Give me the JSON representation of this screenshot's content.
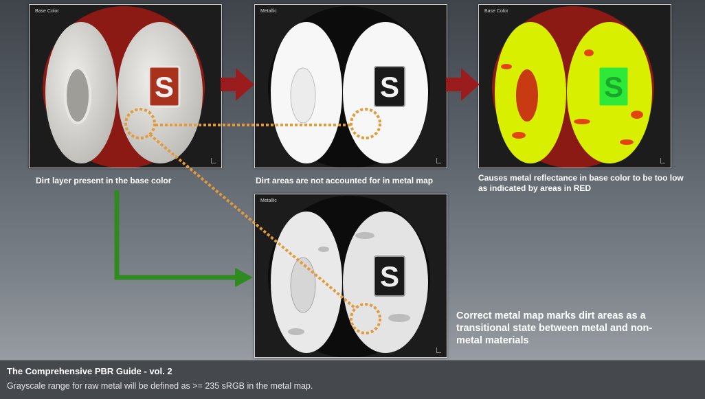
{
  "panels": {
    "p1": {
      "label": "Base Color"
    },
    "p2": {
      "label": "Metallic"
    },
    "p3": {
      "label": "Base Color"
    },
    "p4": {
      "label": "Metallic"
    }
  },
  "captions": {
    "c1": "Dirt layer present in the base color",
    "c2": "Dirt areas are not accounted for in metal map",
    "c3": "Causes metal reflectance in base color to be too low as indicated by areas in RED",
    "c4": "Correct metal map marks dirt areas as a transitional state between metal and non-metal materials"
  },
  "footer": {
    "title": "The Comprehensive PBR Guide - vol. 2",
    "subtitle": "Grayscale range for raw metal will be defined as >= 235 sRGB in the metal map."
  },
  "colors": {
    "arrow_red": "#9b1c1c",
    "arrow_green": "#2f8a1f",
    "dotted_orange": "#e39a3a",
    "dirt_red": "#8c1a14",
    "clean_white": "#e8e6e2",
    "metal_black": "#0c0c0c",
    "check_yellow": "#d8f000",
    "check_green": "#2ee83a"
  }
}
